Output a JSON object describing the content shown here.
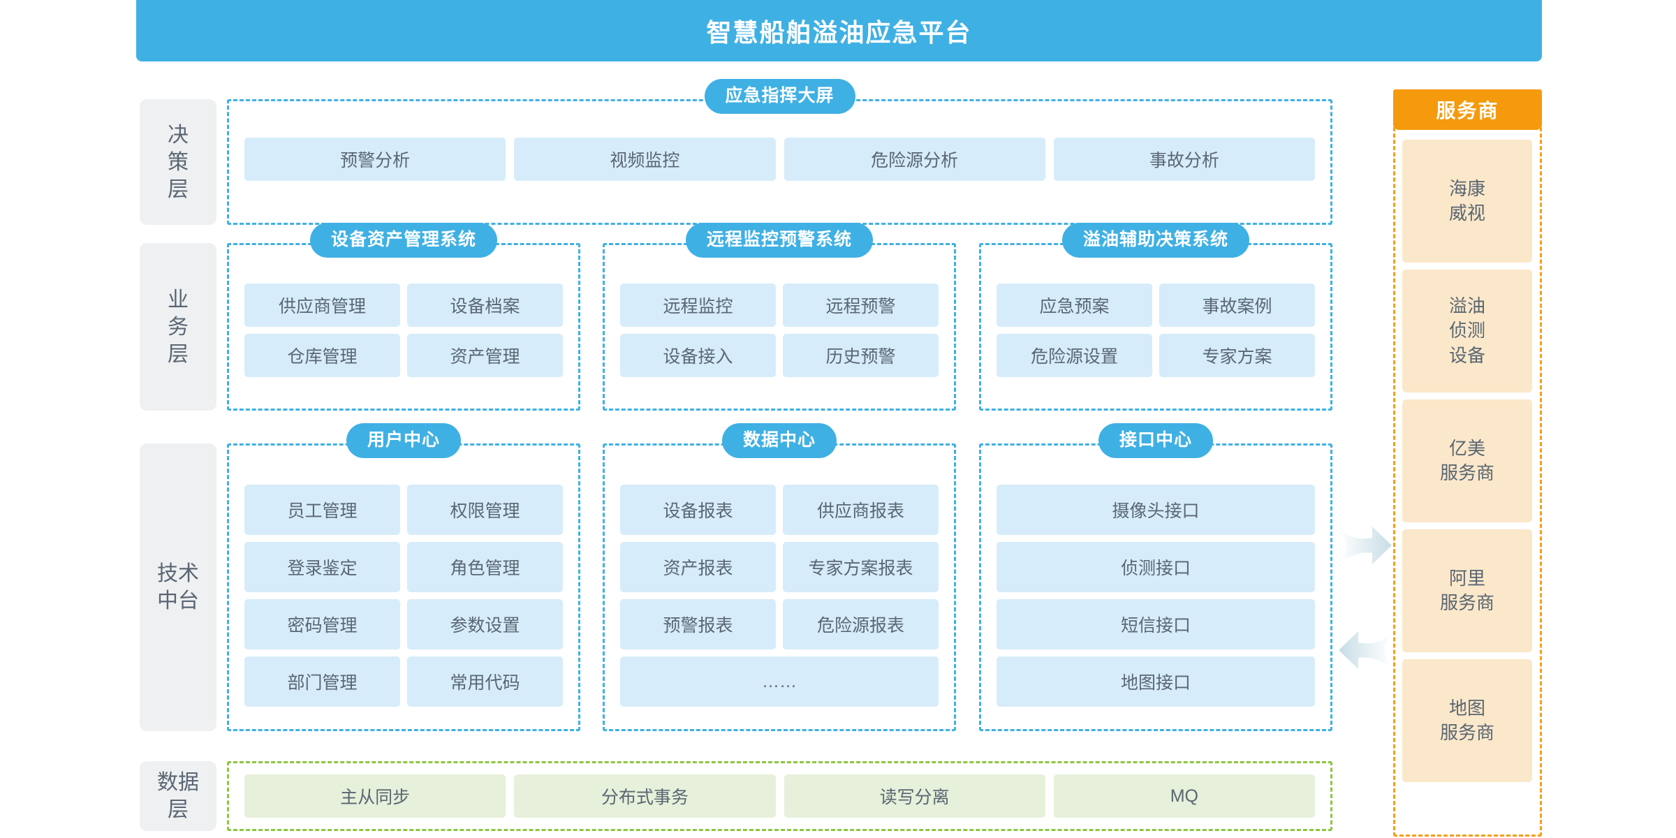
{
  "header": {
    "title": "智慧船舶溢油应急平台"
  },
  "layers": [
    {
      "id": "decision",
      "label": "决\n策\n层"
    },
    {
      "id": "business",
      "label": "业\n务\n层"
    },
    {
      "id": "tech",
      "label": "技术\n中台"
    },
    {
      "id": "data",
      "label": "数据\n层"
    }
  ],
  "decision": {
    "title": "应急指挥大屏",
    "tiles": [
      "预警分析",
      "视频监控",
      "危险源分析",
      "事故分析"
    ]
  },
  "business": {
    "groups": [
      {
        "title": "设备资产管理系统",
        "tiles": [
          "供应商管理",
          "设备档案",
          "仓库管理",
          "资产管理"
        ]
      },
      {
        "title": "远程监控预警系统",
        "tiles": [
          "远程监控",
          "远程预警",
          "设备接入",
          "历史预警"
        ]
      },
      {
        "title": "溢油辅助决策系统",
        "tiles": [
          "应急预案",
          "事故案例",
          "危险源设置",
          "专家方案"
        ]
      }
    ]
  },
  "tech": {
    "groups": [
      {
        "title": "用户中心",
        "tiles": [
          {
            "label": "员工管理",
            "full": false
          },
          {
            "label": "权限管理",
            "full": false
          },
          {
            "label": "登录鉴定",
            "full": false
          },
          {
            "label": "角色管理",
            "full": false
          },
          {
            "label": "密码管理",
            "full": false
          },
          {
            "label": "参数设置",
            "full": false
          },
          {
            "label": "部门管理",
            "full": false
          },
          {
            "label": "常用代码",
            "full": false
          }
        ]
      },
      {
        "title": "数据中心",
        "tiles": [
          {
            "label": "设备报表",
            "full": false
          },
          {
            "label": "供应商报表",
            "full": false
          },
          {
            "label": "资产报表",
            "full": false
          },
          {
            "label": "专家方案报表",
            "full": false
          },
          {
            "label": "预警报表",
            "full": false
          },
          {
            "label": "危险源报表",
            "full": false
          },
          {
            "label": "……",
            "full": true
          }
        ]
      },
      {
        "title": "接口中心",
        "tiles": [
          {
            "label": "摄像头接口",
            "full": true
          },
          {
            "label": "侦测接口",
            "full": true
          },
          {
            "label": "短信接口",
            "full": true
          },
          {
            "label": "地图接口",
            "full": true
          }
        ]
      }
    ]
  },
  "data_layer": {
    "tiles": [
      "主从同步",
      "分布式事务",
      "读写分离",
      "MQ"
    ]
  },
  "vendors": {
    "header": "服务商",
    "items": [
      "海康\n威视",
      "溢油\n侦测\n设备",
      "亿美\n服务商",
      "阿里\n服务商",
      "地图\n服务商"
    ]
  },
  "arrows": [
    {
      "name": "arrow-to-vendors",
      "direction": "right"
    },
    {
      "name": "arrow-from-vendors",
      "direction": "left"
    }
  ],
  "colors": {
    "brand_blue": "#3fb0e4",
    "tile_blue": "#d6ecfa",
    "vendor_orange": "#f59a0c",
    "vendor_tile": "#fbe8ca",
    "data_green": "#8cc63f",
    "data_tile": "#e6f0da",
    "layer_label_bg": "#eef0f2",
    "text": "#5a6673"
  }
}
